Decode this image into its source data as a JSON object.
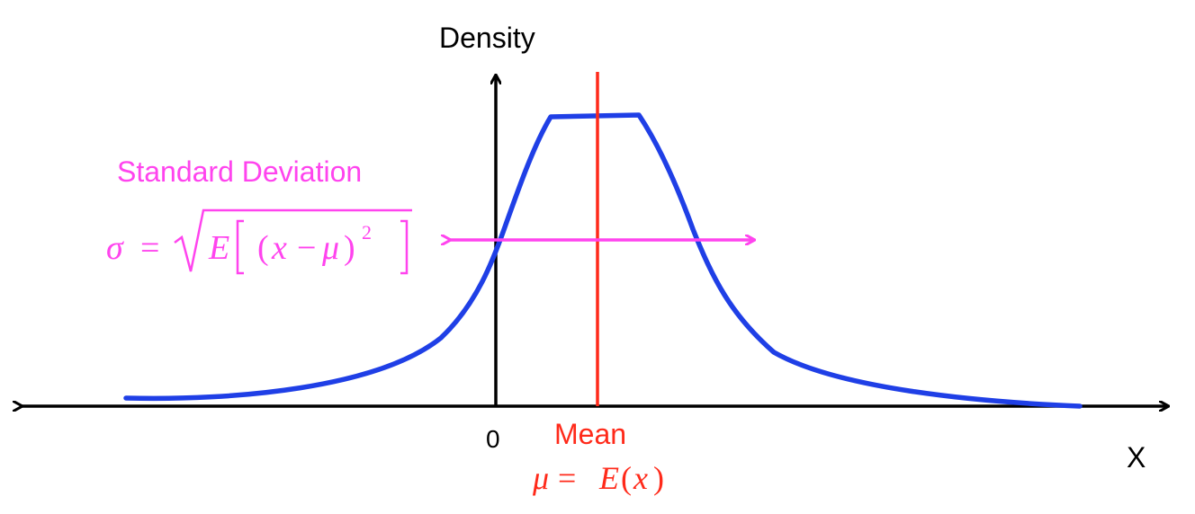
{
  "axis": {
    "y_label": "Density",
    "x_label": "X",
    "origin_label": "0"
  },
  "mean": {
    "label": "Mean",
    "formula": {
      "mu": "μ",
      "eq": "=",
      "e": "E",
      "open": "(",
      "x": "x",
      "close": ")"
    }
  },
  "std": {
    "label": "Standard Deviation",
    "formula": {
      "sigma": "σ",
      "eq": "=",
      "e": "E",
      "open": "(",
      "x": "x",
      "minus": "−",
      "mu": "μ",
      "close": ")",
      "exp": "2"
    }
  },
  "colors": {
    "curve": "#1f3fe6",
    "mean_line": "#ff2a1a",
    "std": "#ff44ee",
    "axes": "#000000"
  }
}
